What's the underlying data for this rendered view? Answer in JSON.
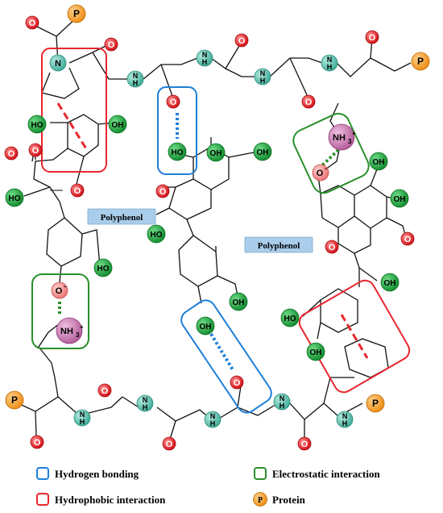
{
  "atoms": {
    "O": "O",
    "N": "N",
    "NH": "H",
    "HO": "HO",
    "OH": "OH",
    "NH3": "NH",
    "NH3_sub": "3",
    "NH3_sup": "+",
    "Ominus": "O",
    "Ominus_sup": "-",
    "P": "P"
  },
  "labels": {
    "polyphenol_left": "Polyphenol",
    "polyphenol_right": "Polyphenol"
  },
  "legend": {
    "hydrogen_bonding": "Hydrogen bonding",
    "hydrophobic_interaction": "Hydrophobic interaction",
    "electrostatic_interaction": "Electrostatic interaction",
    "protein": "Protein",
    "protein_symbol": "P"
  },
  "colors": {
    "oxygen": "#e8141b",
    "nitrogen": "#5fbfae",
    "hydroxyl": "#1a9a3a",
    "ammonium": "#c46fa8",
    "oxyanion": "#f08080",
    "protein": "#f49b1f",
    "hbond_box": "#1e7fd8",
    "hydrophobic_box": "#e8262d",
    "electrostatic_box": "#2a8f2a",
    "polyphenol_label_bg": "#a9cdea"
  }
}
